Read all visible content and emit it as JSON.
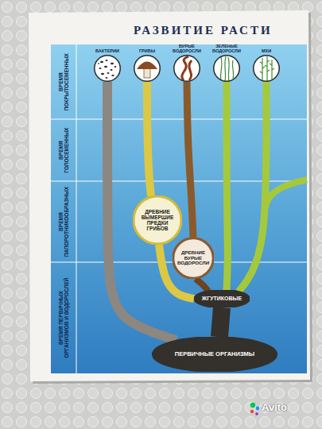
{
  "diagram": {
    "title": "РАЗВИТИЕ РАСТИ",
    "nodes": [
      {
        "text": [
          "БАКТЕРИИ"
        ]
      },
      {
        "text": [
          "ГРИБЫ"
        ]
      },
      {
        "text": [
          "БУРЫЕ ВОДОРОСЛИ"
        ]
      },
      {
        "text": [
          "ЗЕЛЕНЫЕ ВОДОРОСЛИ"
        ]
      },
      {
        "text": [
          "МХИ"
        ]
      },
      {
        "text": [
          "ВРЕМЯ ПОКРЫТОСЕМЕННЫХ"
        ]
      },
      {
        "text": [
          "ВРЕМЯ ГОЛОСЕМЕННЫХ"
        ]
      },
      {
        "text": [
          "ВРЕМЯ ПАПОРОТНИКООБРАЗНЫХ"
        ]
      },
      {
        "text": [
          "ВРЕМЯ ПЕРВИЧНЫХ ОРГАНИЗМОВ И ВОДОРОСЛЕЙ"
        ]
      },
      {
        "text": [
          "ДРЕВНИЕ ВЫМЕРШИЕ ПРЕДКИ ГРИБОВ"
        ]
      },
      {
        "text": [
          "ДРЕВНИЕ БУРЫЕ ВОДОРОСЛИ"
        ]
      },
      {
        "text": [
          "ЖГУТИКОВЫЕ"
        ]
      },
      {
        "text": [
          "ПЕРВИЧНЫЕ ОРГАНИЗМЫ"
        ]
      }
    ],
    "edges": [
      {
        "from": 12,
        "to": 0,
        "arrow": "none"
      },
      {
        "from": 9,
        "to": 1,
        "arrow": "none"
      },
      {
        "from": 11,
        "to": 9,
        "arrow": "none"
      },
      {
        "from": 10,
        "to": 2,
        "arrow": "none"
      },
      {
        "from": 11,
        "to": 10,
        "arrow": "none"
      },
      {
        "from": 11,
        "to": 3,
        "arrow": "none"
      },
      {
        "from": 11,
        "to": 4,
        "arrow": "none"
      },
      {
        "from": 12,
        "to": 11,
        "arrow": "none"
      }
    ],
    "labels": [
      "Avito"
    ]
  }
}
